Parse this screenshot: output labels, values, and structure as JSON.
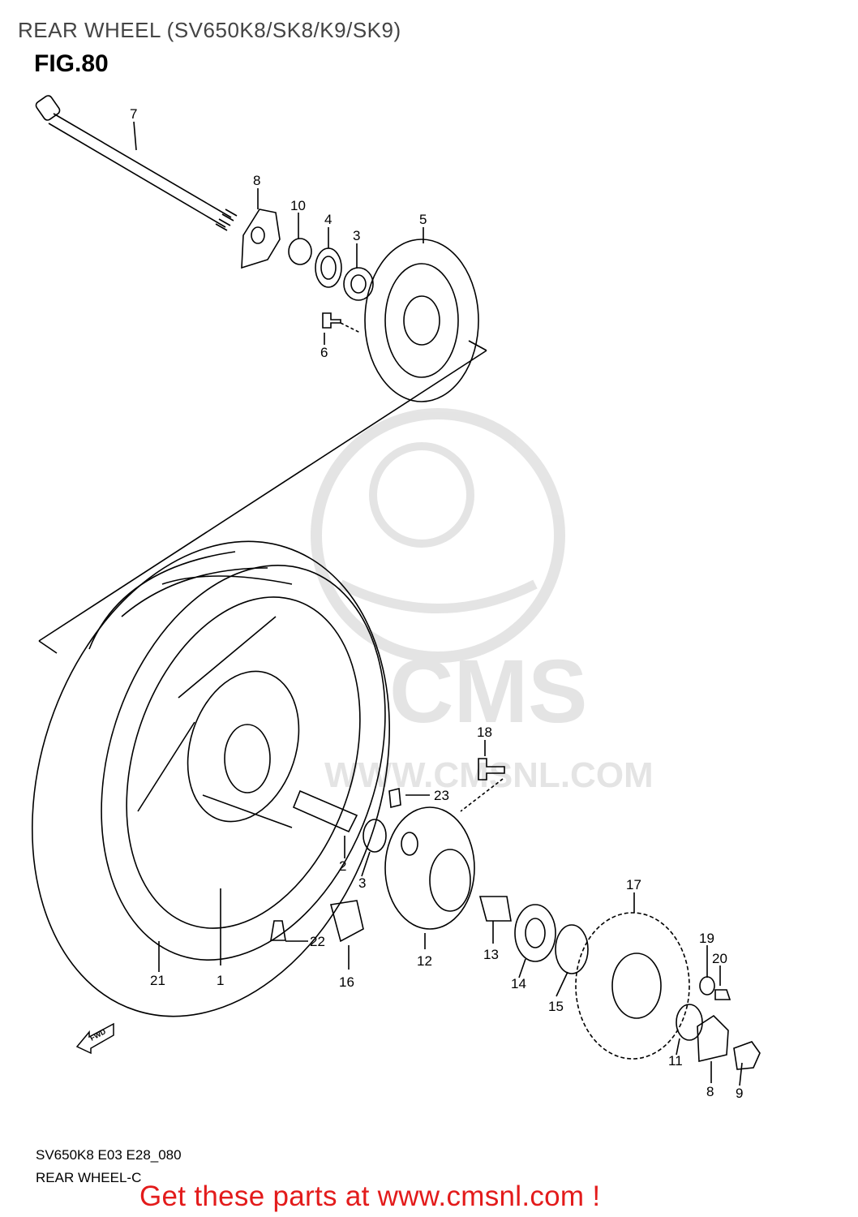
{
  "page": {
    "title": "REAR WHEEL (SV650K8/SK8/K9/SK9)",
    "figure": "FIG.80",
    "footer_code": "SV650K8 E03 E28_080",
    "footer_name": "REAR WHEEL-C",
    "cta": "Get these parts at www.cmsnl.com !"
  },
  "watermark": {
    "text": "CMS",
    "url_text": "WWW.CMSNL.COM",
    "color": "#cfcfcf"
  },
  "fwd_badge": "FWD",
  "callouts": [
    "7",
    "8",
    "10",
    "4",
    "3",
    "5",
    "6",
    "18",
    "23",
    "2",
    "3",
    "12",
    "13",
    "14",
    "15",
    "17",
    "19",
    "20",
    "22",
    "21",
    "1",
    "16",
    "11",
    "8",
    "9"
  ],
  "colors": {
    "line": "#000000",
    "cta": "#e31b1b"
  }
}
